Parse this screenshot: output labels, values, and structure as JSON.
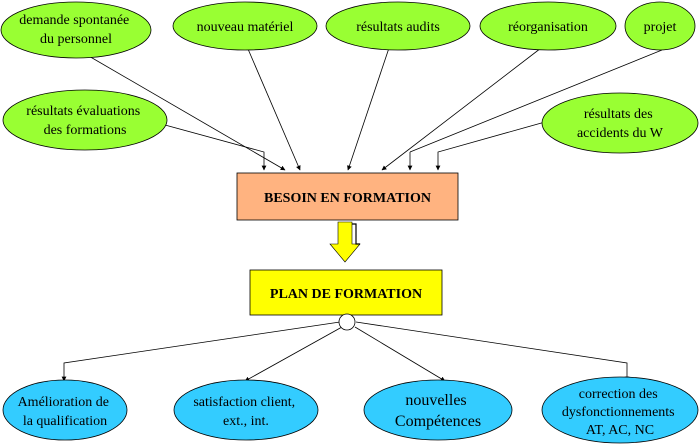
{
  "diagram": {
    "inputs": {
      "demande": [
        "demande spontanée",
        "du personnel"
      ],
      "materiel": [
        "nouveau matériel"
      ],
      "audits": [
        "résultats audits"
      ],
      "reorg": [
        "réorganisation"
      ],
      "projet": [
        "projet"
      ],
      "evaluations": [
        "résultats évaluations",
        "des formations"
      ],
      "accidents": [
        "résultats des",
        "accidents du W"
      ]
    },
    "besoin": "BESOIN EN FORMATION",
    "plan": "PLAN DE FORMATION",
    "outputs": {
      "qualification": [
        "Amélioration de",
        "la qualification"
      ],
      "satisfaction": [
        "satisfaction client,",
        "ext., int."
      ],
      "competences": [
        "nouvelles",
        "Compétences"
      ],
      "correction": [
        "correction des",
        "dysfonctionnements",
        "AT, AC, NC"
      ]
    },
    "colors": {
      "input_fill": "#99ff33",
      "output_fill": "#33ccff",
      "besoin_fill": "#ffb380",
      "plan_fill": "#ffff00",
      "arrow_fill": "#ffff00"
    }
  }
}
